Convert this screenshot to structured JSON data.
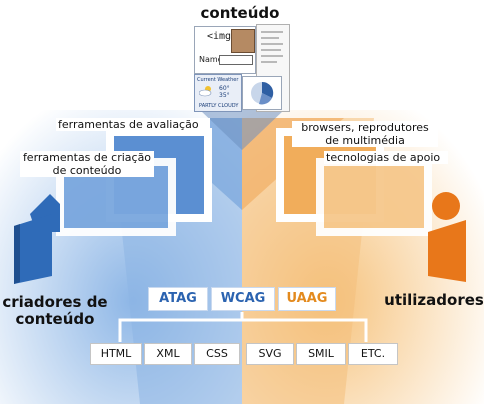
{
  "diagram": {
    "top_title": "conteúdo",
    "tools": {
      "evaluation": "ferramentas de avaliação",
      "authoring": "ferramentas de criação de conteúdo"
    },
    "user_side": {
      "browsers": "browsers, reprodutores de multimédia",
      "assistive": "tecnologias de apoio"
    },
    "left_title": "criadores de conteúdo",
    "right_title": "utilizadores",
    "guidelines": [
      "ATAG",
      "WCAG",
      "UAAG"
    ],
    "technologies": [
      "HTML",
      "XML",
      "CSS",
      "SVG",
      "SMIL",
      "ETC."
    ],
    "content_collage": {
      "img_text": "<img",
      "name_text": "Name:",
      "weather_head": "Current Weather",
      "temp_high": "60°",
      "temp_low": "35°",
      "weather_text": "PARTLY CLOUDY"
    },
    "colors": {
      "blue_dark": "#2f6bb8",
      "blue_light": "#9dc0ea",
      "orange_dark": "#e8771a",
      "orange_light": "#f9c98a",
      "atag": "#2b63b0",
      "uaag": "#e38a1e"
    }
  }
}
